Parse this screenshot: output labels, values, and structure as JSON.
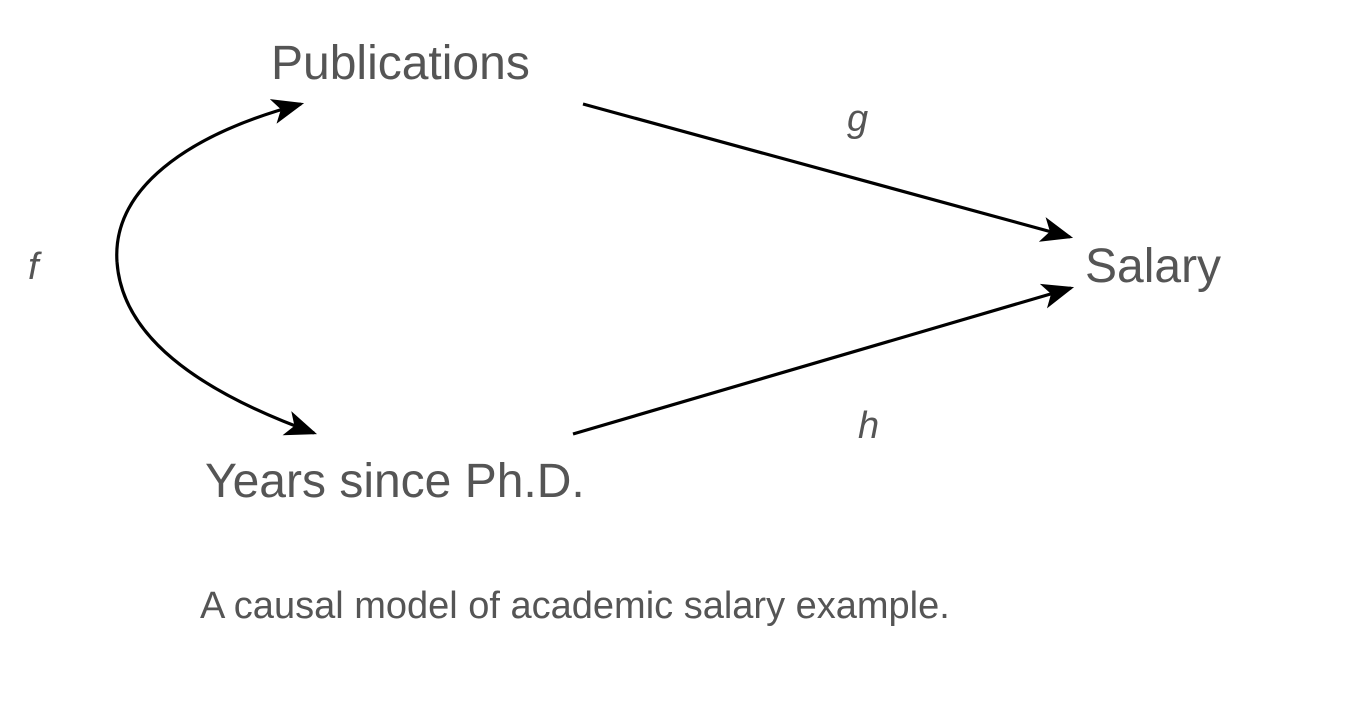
{
  "diagram": {
    "nodes": {
      "publications": "Publications",
      "years_since_phd": "Years since Ph.D.",
      "salary": "Salary"
    },
    "edges": {
      "f": "f",
      "g": "g",
      "h": "h"
    },
    "caption": "A causal model of academic salary example.",
    "colors": {
      "text": "#555555",
      "arrow": "#000000",
      "background": "#ffffff"
    }
  }
}
